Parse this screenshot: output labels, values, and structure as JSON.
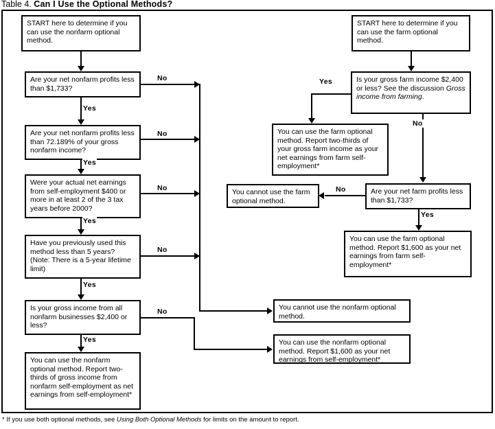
{
  "title": {
    "prefix": "Table 4.",
    "main": "Can I Use the Optional Methods?"
  },
  "footnote": {
    "before": "* If you use both optional methods, see ",
    "italic": "Using Both Optional Methods",
    "after": " for limits on the amount to report."
  },
  "labels": {
    "yes": "Yes",
    "no": "No"
  },
  "nonfarm_branch": {
    "start": "START here to determine if you can use the nonfarm optional method.",
    "q1": "Are your net nonfarm profits less than $1,733?",
    "q2": "Are your net nonfarm profits less than 72.189% of your gross nonfarm income?",
    "q3": "Were your actual net earnings from self-employment $400 or more in at least 2 of the 3 tax years before 2000?",
    "q4": "Have you previously used this method less than 5 years? (Note: There is a 5-year lifetime limit)",
    "q5": "Is your gross income from all nonfarm businesses $2,400 or less?",
    "result_yes": "You can use the nonfarm optional method. Report two-thirds of gross income from nonfarm self-employment as net earnings from self-employment*",
    "result_cannot": "You cannot use the nonfarm  optional  method.",
    "result_1600": "You can use the nonfarm optional method. Report $1,600 as your net earnings from self-employment*"
  },
  "farm_branch": {
    "start": "START here to determine if you can use the farm optional method.",
    "q1_part1": "Is your gross farm income $2,400 or less? See the discussion ",
    "q1_italic": "Gross income from farming",
    "q1_part3": ".",
    "result_yes": "You can use the farm optional method. Report two-thirds of your gross farm income as your net earnings from farm self-employment*",
    "q2": "Are your net farm profits less than $1,733?",
    "result_cannot": "You cannot use the farm optional  method.",
    "result_1600": "You can use the farm optional method. Report $1,600 as your net earnings from farm self-employment*"
  },
  "colors": {
    "line": "#000000",
    "background": "#ffffff"
  }
}
